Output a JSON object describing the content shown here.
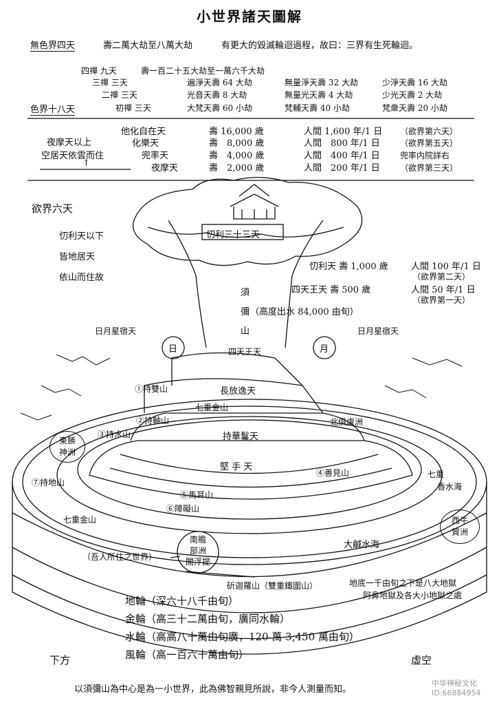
{
  "title": "小世界諸天圖解",
  "formless": {
    "label": "無色界四天",
    "lifespan": "壽二萬大劫至八萬大劫",
    "note": "有更大的毀滅輪迴過程，故曰：三界有生死輪迴。"
  },
  "form": {
    "label": "色界十八天",
    "rows": [
      {
        "dhyana": "四禪 九天",
        "c1": "壽一百二十五大劫至一萬六千大劫",
        "c2": "",
        "c3": ""
      },
      {
        "dhyana": "三禪 三天",
        "c1": "遍淨天壽 64 大劫",
        "c2": "無量淨天壽 32 大劫",
        "c3": "少淨天壽 16 大劫"
      },
      {
        "dhyana": "二禪 三天",
        "c1": "光音天壽 8 大劫",
        "c2": "無量光天壽 4 大劫",
        "c3": "少光天壽 2 大劫"
      },
      {
        "dhyana": "初禪 三天",
        "c1": "大梵天壽 60 小劫",
        "c2": "梵輔天壽 40 小劫",
        "c3": "梵衆天壽 20 小劫"
      }
    ]
  },
  "desire_upper": {
    "side_line1": "夜摩天以上",
    "side_line2": "空居天依雲而住",
    "arrow": "↑",
    "rows": [
      {
        "name": "他化自在天",
        "life": "壽 16,000 歲",
        "human": "人間 1,600 年/1 日",
        "note": "（欲界第六天）"
      },
      {
        "name": "化樂天",
        "life": "壽　8,000 歲",
        "human": "人間　800 年/1 日",
        "note": "（欲界第五天）"
      },
      {
        "name": "兜率天",
        "life": "壽　4,000 歲",
        "human": "人間　400 年/1 日",
        "note": "兜率内院詳右"
      },
      {
        "name": "夜摩天",
        "life": "壽　2,000 歲",
        "human": "人間　200 年/1 日",
        "note": "（欲界第三天）"
      }
    ]
  },
  "desire_six": {
    "label": "欲界六天",
    "line1": "忉利天以下",
    "line2": "皆地居天",
    "line3": "依山而住故"
  },
  "trayastrimsa": {
    "top_label": "忉利三十三天",
    "life": "忉利天 壽 1,000 歲",
    "human": "人間 100 年/1 日",
    "note": "（欲界第二天）"
  },
  "four_kings": {
    "life": "四天王天 壽 500 歲",
    "human": "人間 50 年/1 日",
    "note": "（欲界第一天）",
    "mountain_label": "四天王天"
  },
  "sumeru": {
    "char1": "須",
    "char2": "彌",
    "char3": "山",
    "height": "（高度出水 84,000 由旬）"
  },
  "luminaries": {
    "left": "日月星宿天",
    "right": "日月星宿天",
    "sun": "日",
    "moon": "月"
  },
  "tiers": {
    "t1": "長放逸天",
    "t2": "七重金山",
    "t3": "持華鬘天",
    "t4": "堅 手 天"
  },
  "mountains": {
    "m1": "①持雙山",
    "m2": "②持軸山",
    "m3": "③持水山",
    "m4": "④善見山",
    "m5": "⑤馬耳山",
    "m6": "⑥障礙山",
    "m7": "⑦持地山"
  },
  "seas": {
    "seven_golden": "七重金山",
    "fragrant1": "七重",
    "fragrant2": "香水海",
    "salt": "大鹹水海"
  },
  "continents": {
    "east1": "東勝",
    "east2": "神洲",
    "north": "北俱盧洲",
    "west1": "西牛",
    "west2": "賀洲",
    "south1": "南贍",
    "south2": "部洲",
    "south3": "閻浮提",
    "our_world": "（吾人所住之世界）"
  },
  "iron_ring": {
    "name": "斫迦羅山（雙重鐵圍山）",
    "hell1": "地底一千由旬之下是八大地獄",
    "hell2": "阿鼻地獄及各大小地獄之處"
  },
  "wheels": {
    "earth": "地輪（深六十八千由旬）",
    "metal": "金輪（高三十二萬由旬，廣同水輪）",
    "water": "水輪（高高八十萬由旬廣，120 萬 3,450 萬由旬）",
    "wind": "風輪（高一百六十萬由旬）"
  },
  "below": "下方",
  "void": "虛空",
  "footer": "以須彌山為中心是為一小世界，此為佛智親見所說，非今人測量而知。",
  "watermark": {
    "line1": "中华神秘文化",
    "line2": "ID:66884954"
  }
}
